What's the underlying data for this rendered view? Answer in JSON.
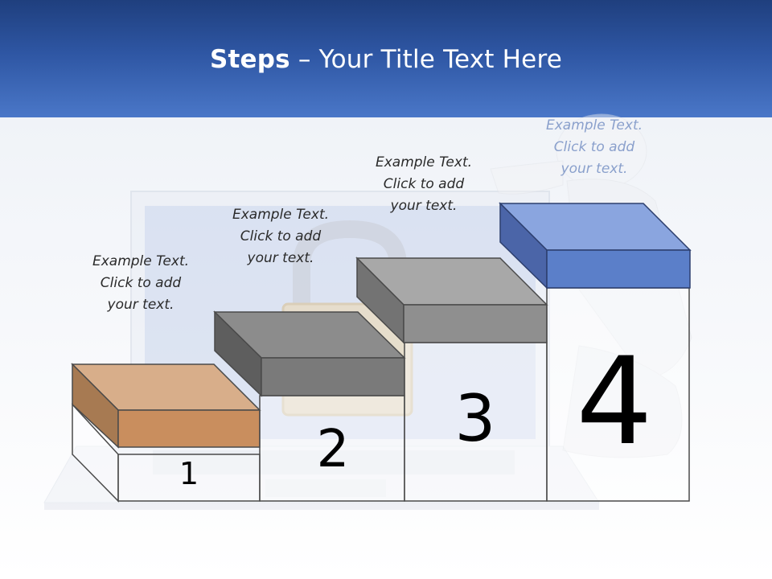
{
  "title": {
    "bold": "Steps",
    "rest": " – Your Title Text Here"
  },
  "steps": [
    {
      "number": "1",
      "caption": [
        "Example Text.",
        "Click  to add",
        "your text."
      ],
      "color": "#c98e5e"
    },
    {
      "number": "2",
      "caption": [
        "Example Text.",
        "Click  to add",
        "your text."
      ],
      "color": "#7a7a7a"
    },
    {
      "number": "3",
      "caption": [
        "Example Text.",
        "Click  to add",
        "your text."
      ],
      "color": "#8f8f8f"
    },
    {
      "number": "4",
      "caption": [
        "Example Text.",
        "Click  to add",
        "your text."
      ],
      "color": "#5b7fc9"
    }
  ],
  "colors": {
    "header": "#2e56a3",
    "outline": "#4a4a4a"
  }
}
